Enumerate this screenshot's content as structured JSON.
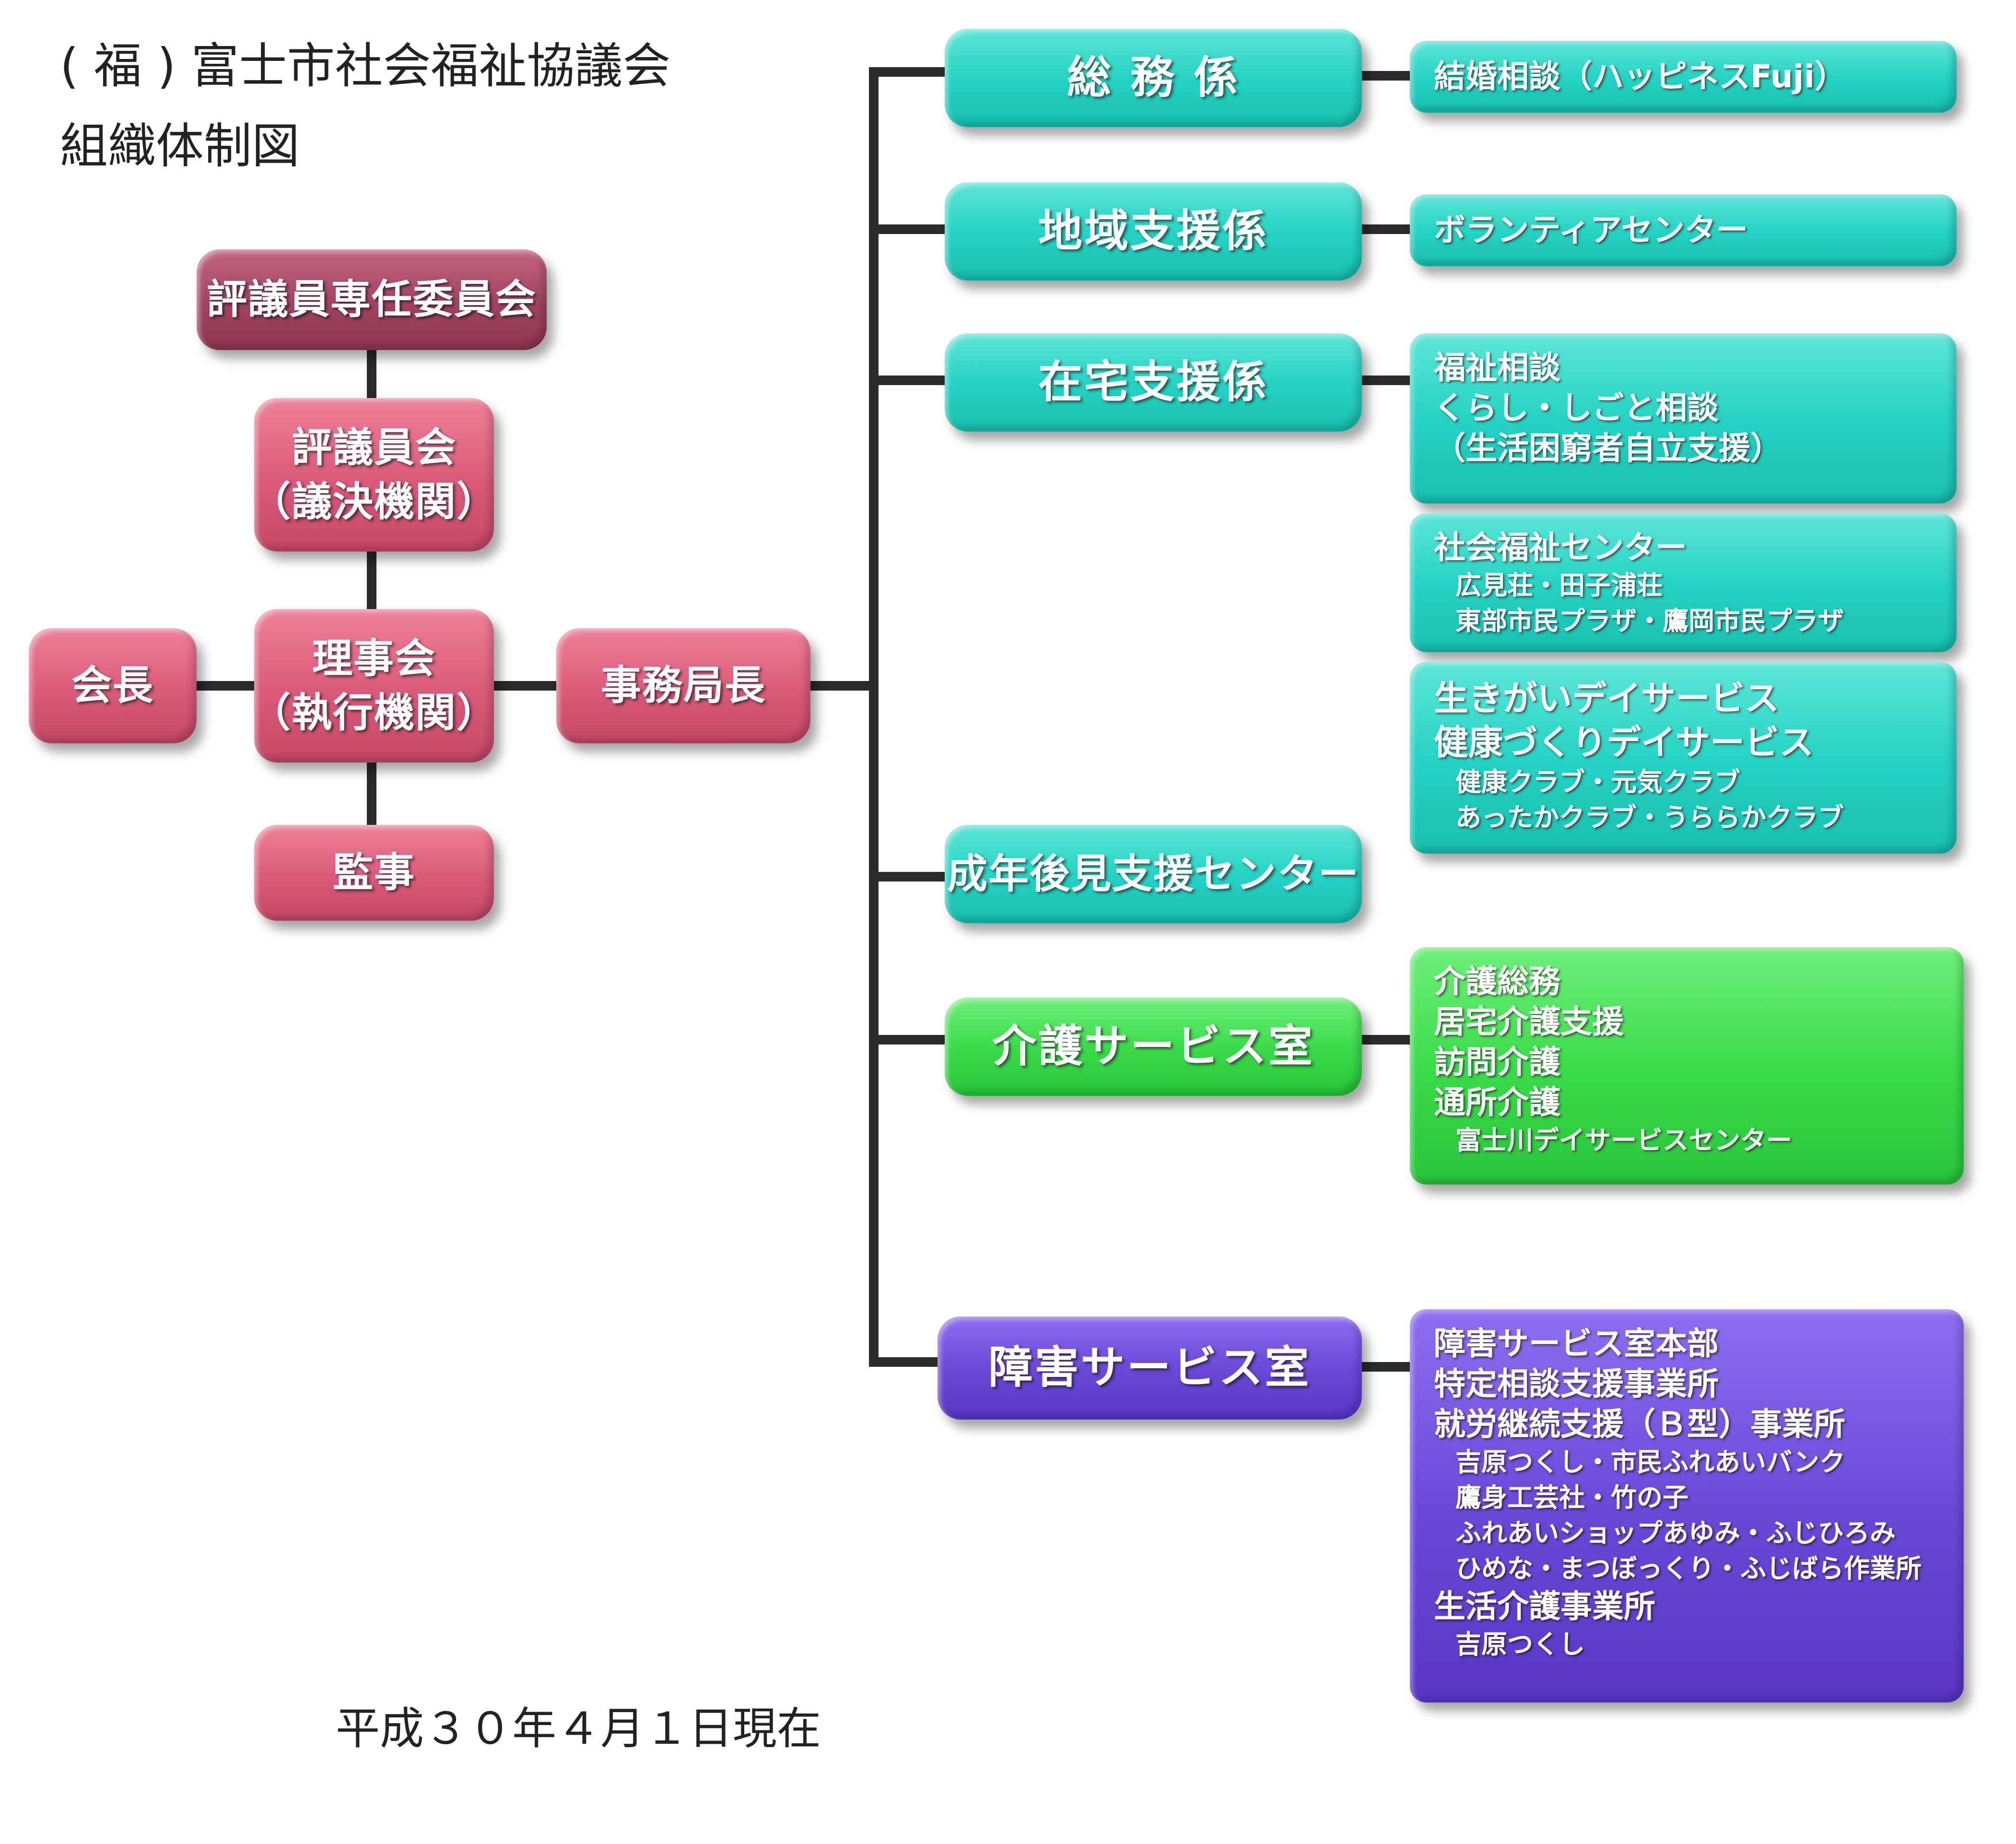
{
  "title": {
    "line1": "( 福 ) 富士市社会福祉協議会",
    "line2": "組織体制図"
  },
  "date_note": "平成３０年４月１日現在",
  "colors": {
    "pink": "#d95a79",
    "maroon": "#a1435f",
    "teal": "#26d3c4",
    "green": "#3bdc4b",
    "purple": "#6a49d9",
    "connector": "#2b2b2b"
  },
  "governance": {
    "committee": "評議員専任委員会",
    "council_l1": "評議員会",
    "council_l2": "（議決機関）",
    "board_l1": "理事会",
    "board_l2": "（執行機関）",
    "president": "会長",
    "auditor": "監事",
    "secretary_general": "事務局長"
  },
  "sections": {
    "general_affairs": "総 務 係",
    "community_support": "地域支援係",
    "home_support": "在宅支援係",
    "guardianship_center": "成年後見支援センター",
    "care_service_office": "介護サービス室",
    "disability_service_office": "障害サービス室"
  },
  "panels": {
    "general_affairs": [
      "結婚相談（ハッピネスFuji）"
    ],
    "community_support": [
      "ボランティアセンター"
    ],
    "home_support_a": [
      "福祉相談",
      "くらし・しごと相談",
      "（生活困窮者自立支援）"
    ],
    "home_support_b": {
      "head": "社会福祉センター",
      "subs": [
        "広見荘・田子浦荘",
        "東部市民プラザ・鷹岡市民プラザ"
      ]
    },
    "home_support_c": {
      "heads": [
        "生きがいデイサービス",
        "健康づくりデイサービス"
      ],
      "subs": [
        "健康クラブ・元気クラブ",
        "あったかクラブ・うららかクラブ"
      ]
    },
    "care_service": {
      "heads": [
        "介護総務",
        "居宅介護支援",
        "訪問介護",
        "通所介護"
      ],
      "subs": [
        "富士川デイサービスセンター"
      ]
    },
    "disability_service": {
      "heads": [
        "障害サービス室本部",
        "特定相談支援事業所",
        "就労継続支援（Ｂ型）事業所"
      ],
      "subs": [
        "吉原つくし・市民ふれあいバンク",
        "鷹身工芸社・竹の子",
        "ふれあいショップあゆみ・ふじひろみ",
        "ひめな・まつぼっくり・ふじばら作業所"
      ],
      "heads2": [
        "生活介護事業所"
      ],
      "subs2": [
        "吉原つくし"
      ]
    }
  }
}
